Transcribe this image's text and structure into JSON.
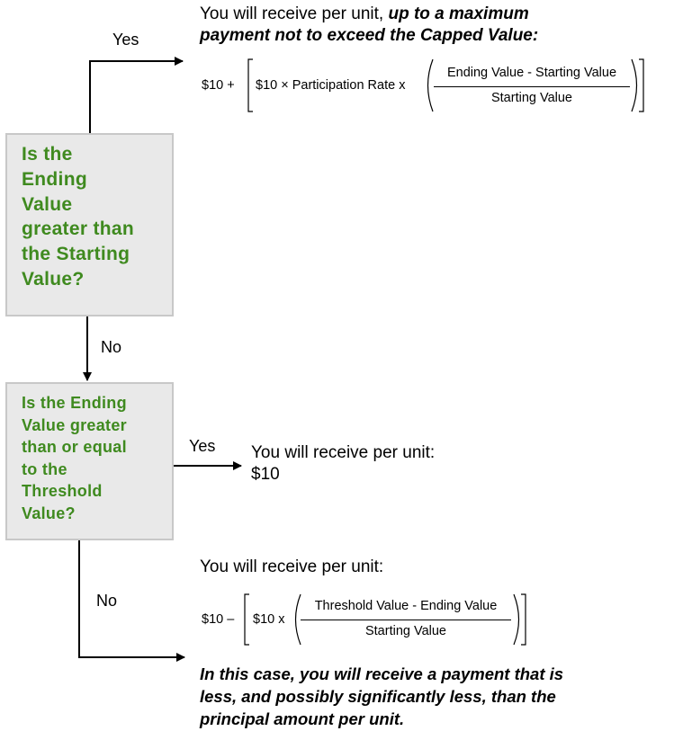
{
  "question1": {
    "lines": [
      "Is the",
      "Ending",
      "Value",
      "greater than",
      "the Starting",
      "Value?"
    ]
  },
  "question2": {
    "lines": [
      "Is the Ending",
      "Value greater",
      "than or equal",
      "to the",
      "Threshold",
      "Value?"
    ]
  },
  "labels": {
    "yes1": "Yes",
    "no1": "No",
    "yes2": "Yes",
    "no2": "No"
  },
  "outcome_yes1": {
    "intro": "You will receive per unit,",
    "emphasis_1": "up to a maximum",
    "emphasis_2": "payment not to exceed the Capped Value:",
    "formula": {
      "prefix": "$10 +",
      "inner": "$10 × Participation Rate  x",
      "numerator": "Ending Value  - Starting Value",
      "denominator": "Starting Value"
    }
  },
  "outcome_yes2": {
    "line1": "You will receive per unit:",
    "line2": "$10"
  },
  "outcome_no2": {
    "intro": "You will receive per unit:",
    "formula": {
      "prefix": "$10 –",
      "inner": "$10 x",
      "numerator": "Threshold  Value  - Ending Value",
      "denominator": "Starting Value"
    },
    "warning": [
      "In this case, you will receive a payment that is",
      "less, and possibly significantly less, than the",
      "principal amount per unit."
    ]
  }
}
